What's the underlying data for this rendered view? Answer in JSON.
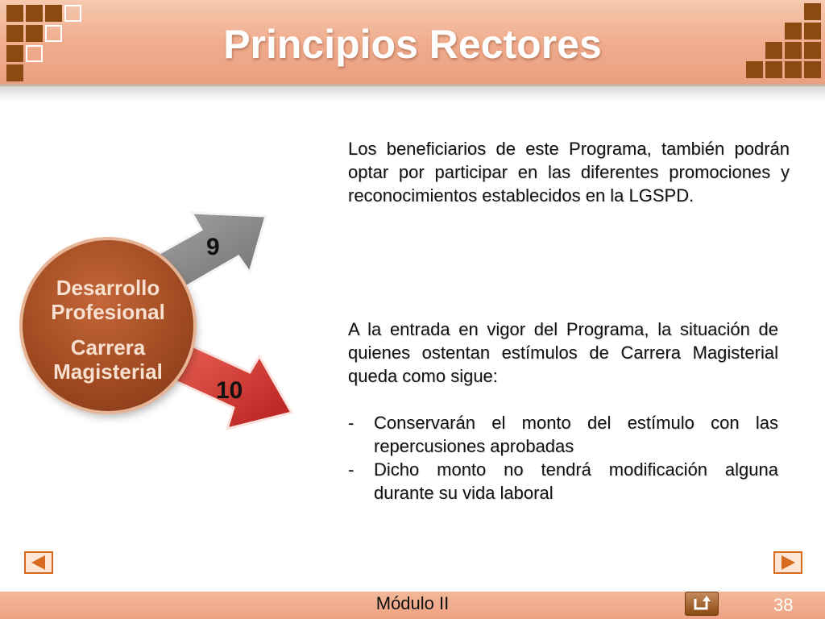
{
  "header": {
    "title": "Principios Rectores"
  },
  "diagram": {
    "circle": {
      "line1": "Desarrollo Profesional",
      "line2": "Carrera Magisterial"
    },
    "arrow_up_number": "9",
    "arrow_down_number": "10",
    "colors": {
      "arrow_up": "#8a8a8a",
      "arrow_down": "#d9332f",
      "circle": "#a24b22"
    }
  },
  "content": {
    "paragraph1": "Los beneficiarios de este Programa, también podrán optar por participar en las diferentes promociones y reconocimientos establecidos en la LGSPD.",
    "paragraph2": "A la entrada en vigor del Programa, la situación de quienes ostentan estímulos de Carrera Magisterial queda como sigue:",
    "items": [
      {
        "dash": "-",
        "text": "Conservarán el monto del estímulo con las repercusiones aprobadas"
      },
      {
        "dash": "-",
        "text": "Dicho monto no tendrá modificación alguna durante su vida laboral"
      }
    ]
  },
  "navigation": {
    "prev_icon": "triangle-left-icon",
    "next_icon": "triangle-right-icon",
    "home_icon": "return-arrow-icon"
  },
  "footer": {
    "module": "Módulo II",
    "slide_number": "38"
  },
  "colors": {
    "header": "#f0ab8c",
    "accent_brown": "#8a4a12",
    "nav_orange": "#d86a1e"
  }
}
